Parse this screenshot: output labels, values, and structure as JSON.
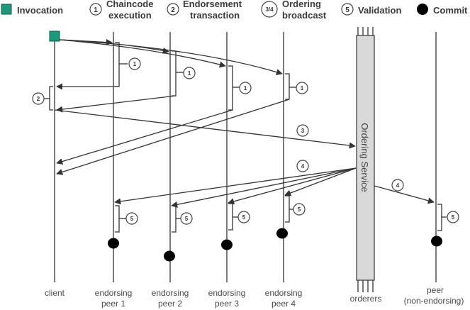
{
  "legend": {
    "invocation": "Invocation",
    "step1": {
      "num": "1",
      "line1": "Chaincode",
      "line2": "execution"
    },
    "step2": {
      "num": "2",
      "line1": "Endorsement",
      "line2": "transaction"
    },
    "step34": {
      "num": "3/4",
      "line1": "Ordering",
      "line2": "broadcast"
    },
    "step5": {
      "num": "5",
      "label": "Validation"
    },
    "commit": "Commit"
  },
  "actors": {
    "client": "client",
    "peer1": {
      "line1": "endorsing",
      "line2": "peer 1"
    },
    "peer2": {
      "line1": "endorsing",
      "line2": "peer 2"
    },
    "peer3": {
      "line1": "endorsing",
      "line2": "peer 3"
    },
    "peer4": {
      "line1": "endorsing",
      "line2": "peer 4"
    },
    "orderers": "orderers",
    "peer_non_endorsing": {
      "line1": "peer",
      "line2": "(non-endorsing)"
    }
  },
  "ordering_service": "Ordering Service",
  "step_labels": {
    "one": "1",
    "two": "2",
    "three": "3",
    "four": "4",
    "five": "5"
  },
  "colors": {
    "invocation": "#1a9a7a",
    "commit": "#000000",
    "line": "#333333",
    "ordering_service_fill": "#d9d9d9"
  }
}
